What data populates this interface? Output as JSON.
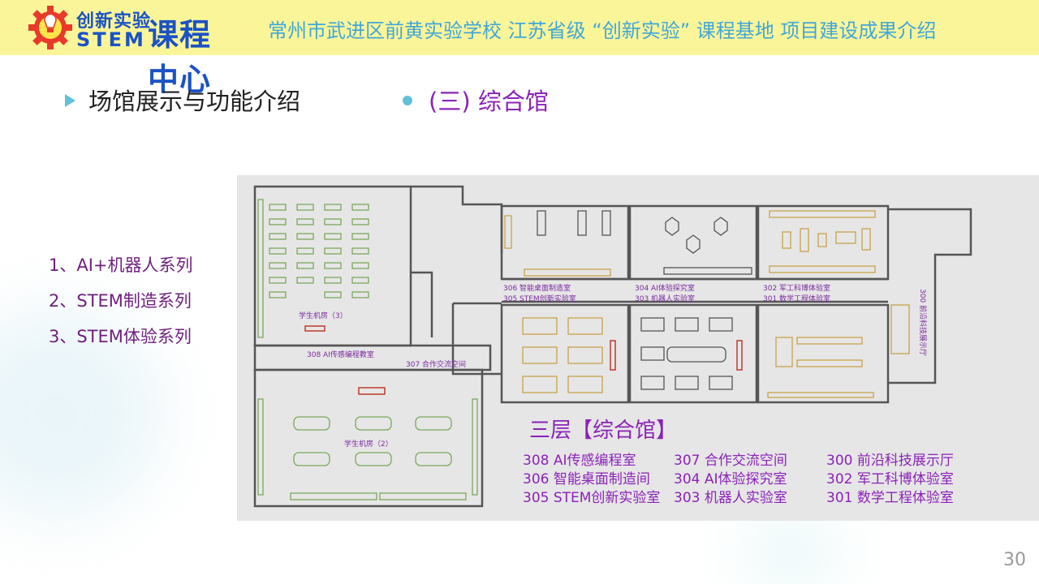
{
  "header": {
    "logo_top": "创新实验",
    "logo_bottom": "STEM",
    "logo_big": "课程中心",
    "title": "常州市武进区前黄实验学校 江苏省级 “创新实验” 课程基地 项目建设成果介绍"
  },
  "section_heading": "场馆展示与功能介绍",
  "sub_heading": "(三) 综合馆",
  "series": [
    "1、AI+机器人系列",
    "2、STEM制造系列",
    "3、STEM体验系列"
  ],
  "plan": {
    "rooms": {
      "r3": "学生机房（3）",
      "r2": "学生机房（2）",
      "r308": "308 AI传感编程教室",
      "r307": "307 合作交流空间",
      "r306": "306 智能桌面制造室",
      "r305": "305 STEM创新实验室",
      "r304": "304 AI体验探究室",
      "r303": "303 机器人实验室",
      "r302": "302 军工科博体验室",
      "r301": "301 数学工程体验室",
      "r300": "300 前沿科技展示厅"
    },
    "title": "三层【综合馆】",
    "legend": [
      [
        "308  AI传感编程室",
        "307  合作交流空间",
        "300  前沿科技展示厅"
      ],
      [
        "306  智能桌面制造间",
        "304  AI体验探究室",
        "302  军工科博体验室"
      ],
      [
        "305  STEM创新实验室",
        "303  机器人实验室",
        "301  数学工程体验室"
      ]
    ]
  },
  "page_number": "30",
  "colors": {
    "header_bg": "#fbf59a",
    "brand_blue": "#1b53c4",
    "title_blue": "#3fa7d9",
    "accent_purple": "#8b22b8",
    "bullet_cyan": "#60c0d8"
  }
}
